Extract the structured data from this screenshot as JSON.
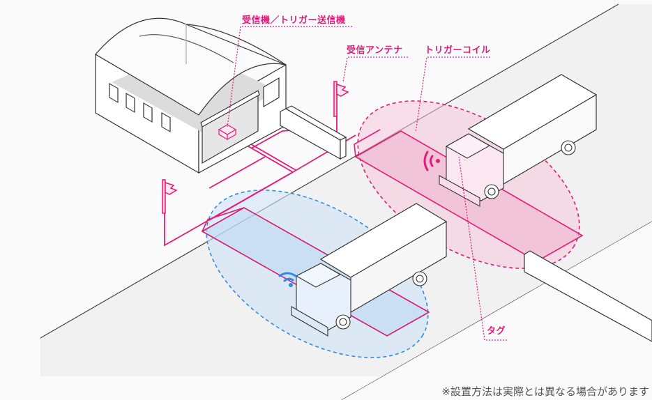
{
  "figure": {
    "labels": {
      "receiver_transmitter": "受信機／トリガー送信機",
      "receiving_antenna": "受信アンテナ",
      "trigger_coil": "トリガーコイル",
      "tag": "タグ"
    },
    "note": "※設置方法は実際とは異なる場合があります",
    "colors": {
      "accent_pink": "#e6197a",
      "zone_pink_fill": "#f5c6d8",
      "accent_blue": "#2f8be6",
      "zone_blue_fill": "#cfe3f7",
      "road": "#f1f1f1",
      "background": "#fafafa",
      "outline": "#333333"
    },
    "elements": {
      "building": "warehouse",
      "trucks": [
        "truck-in-pink-zone",
        "truck-in-blue-zone"
      ],
      "signal_icons": [
        "wifi-pink-icon",
        "wifi-blue-icon"
      ]
    }
  }
}
